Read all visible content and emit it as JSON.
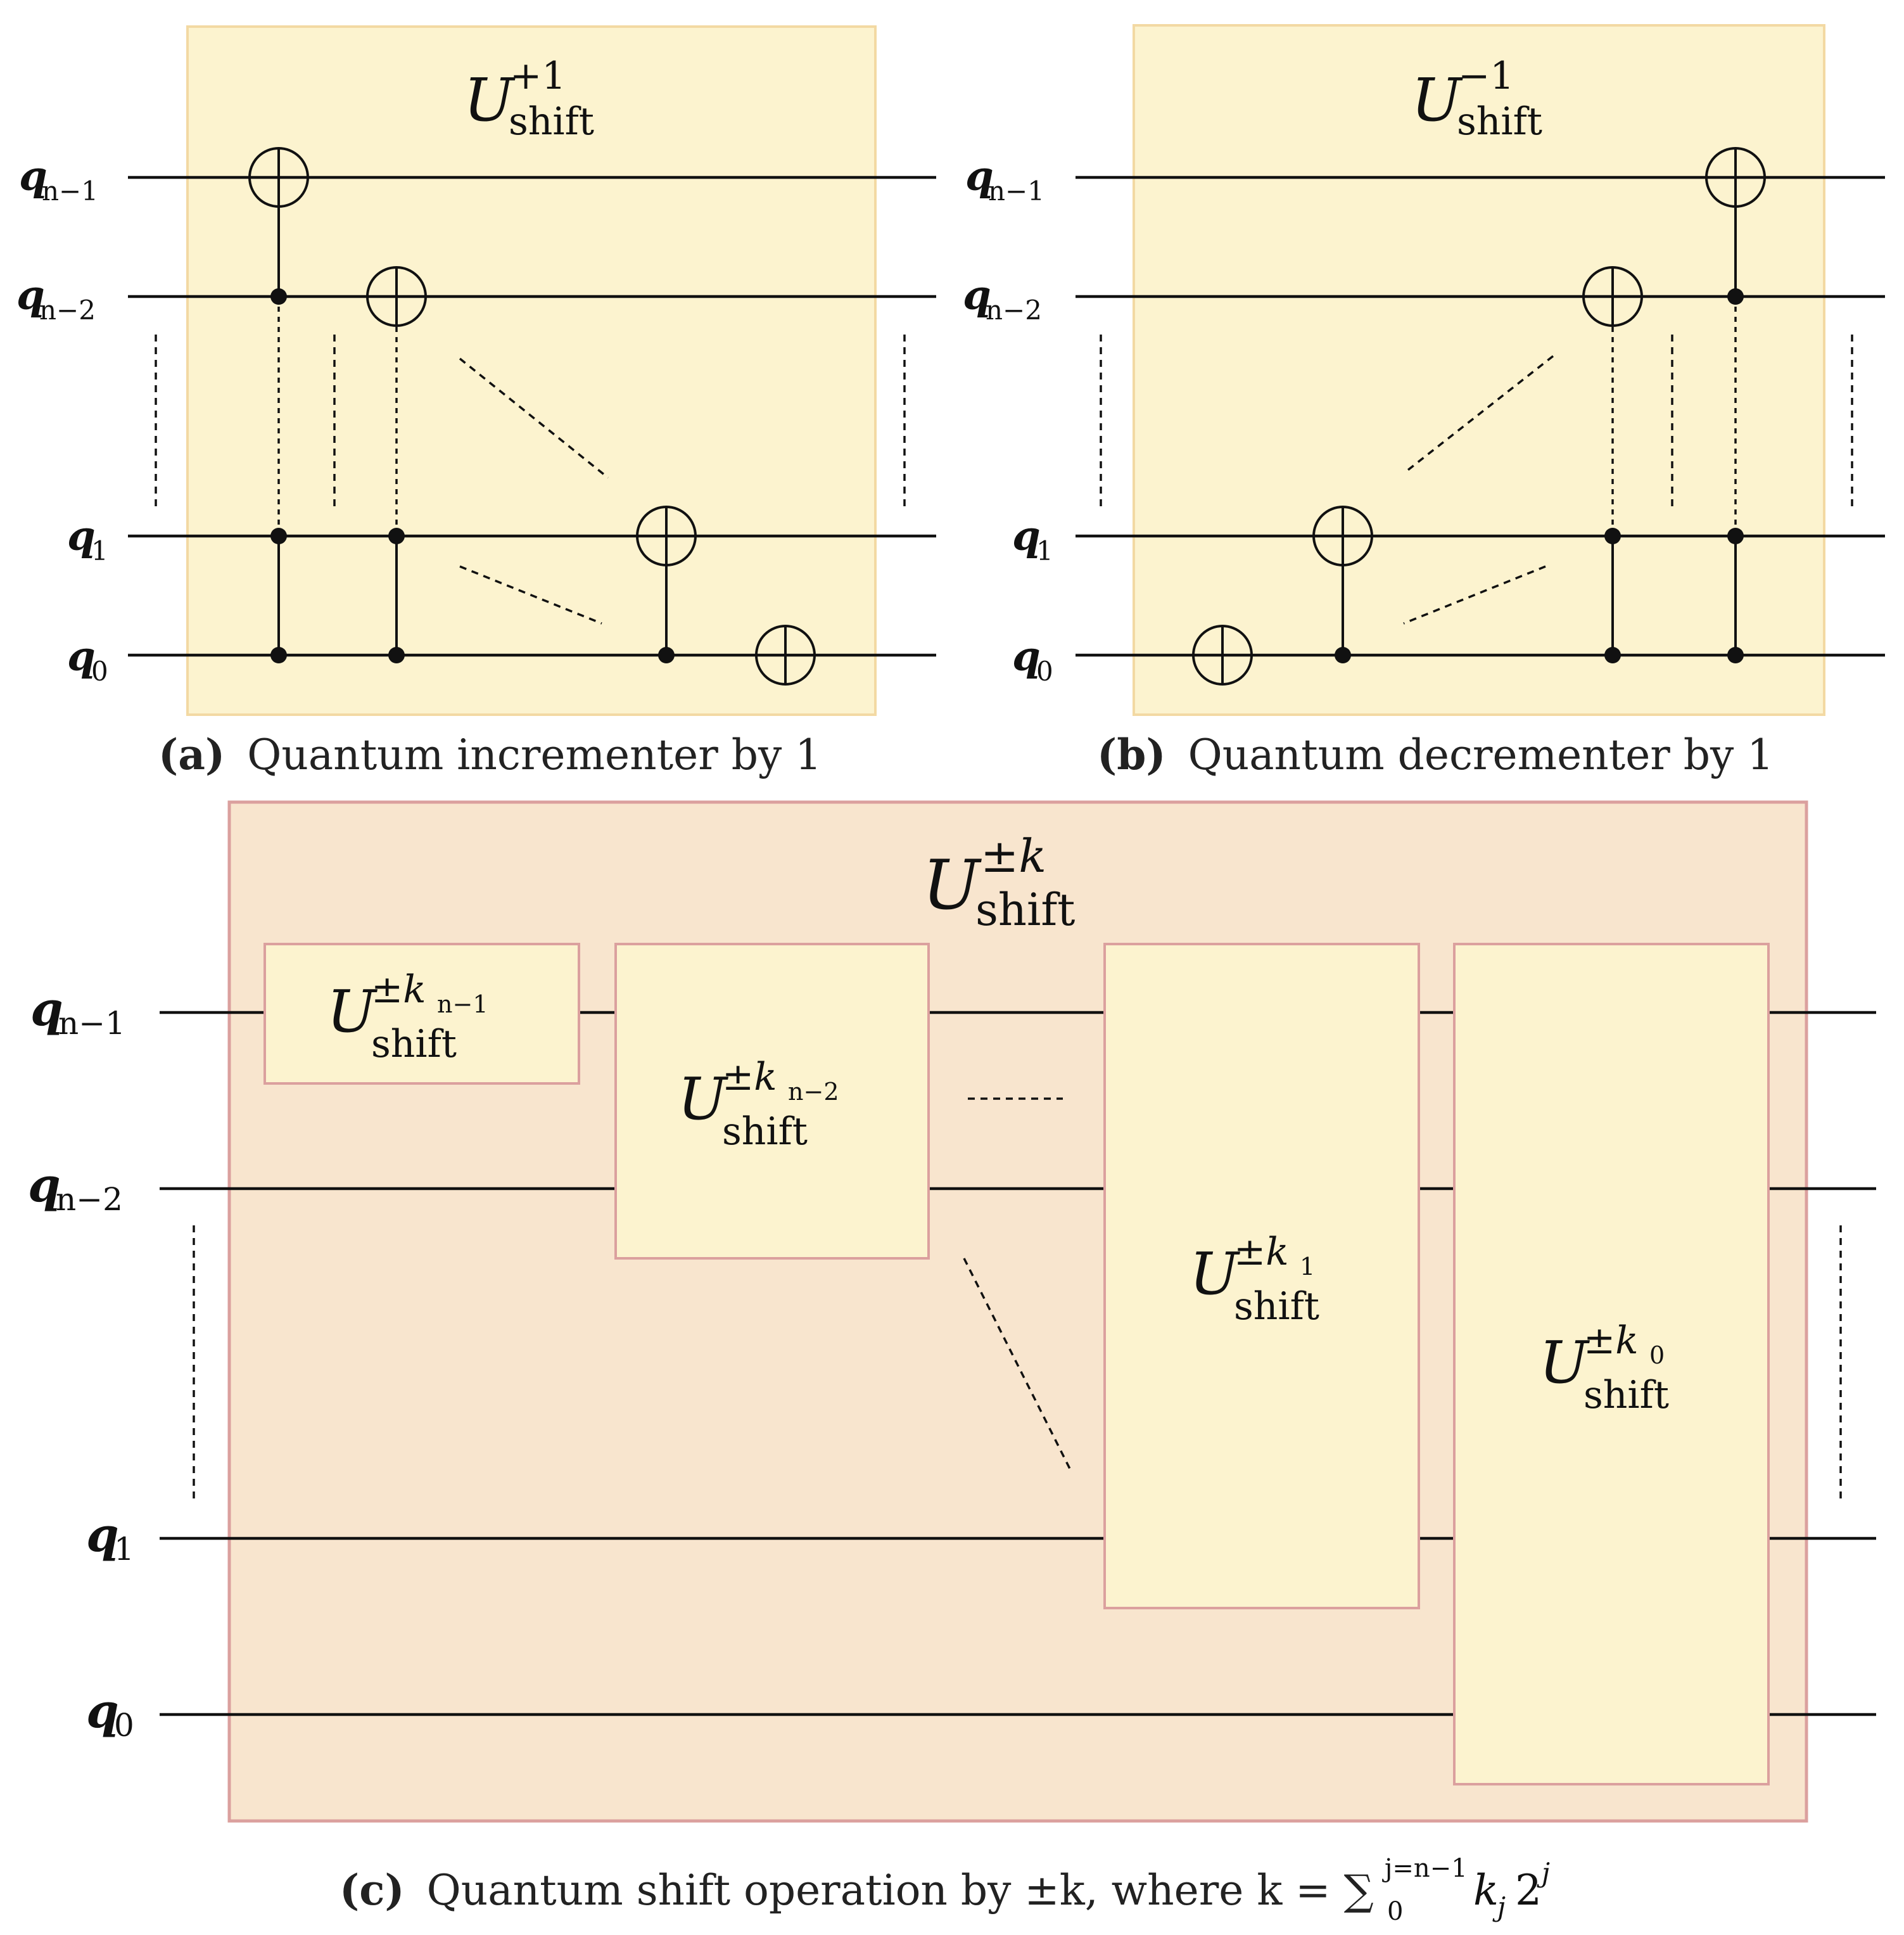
{
  "panels": {
    "a": {
      "gate_title": {
        "base": "U",
        "sup": "+1",
        "sub": "shift"
      },
      "caption_label": "(a)",
      "caption_text": "Quantum incrementer by 1"
    },
    "b": {
      "gate_title": {
        "base": "U",
        "sup": "−1",
        "sub": "shift"
      },
      "caption_label": "(b)",
      "caption_text": "Quantum decrementer by 1"
    },
    "c": {
      "gate_title": {
        "base": "U",
        "sup": "±k",
        "sub": "shift"
      },
      "caption_label": "(c)",
      "caption_text": "Quantum shift operation by ±k, where k = ∑",
      "caption_sum_upper": "j=n−1",
      "caption_sum_lower": "0",
      "caption_tail": "k",
      "caption_tail_sub": "j",
      "caption_tail_base": "2",
      "caption_tail_sup": "j",
      "sub_gates": [
        {
          "base": "U",
          "sup": "±k",
          "sup_sub": "n−1",
          "sub": "shift"
        },
        {
          "base": "U",
          "sup": "±k",
          "sup_sub": "n−2",
          "sub": "shift"
        },
        {
          "base": "U",
          "sup": "±k",
          "sup_sub": "1",
          "sub": "shift"
        },
        {
          "base": "U",
          "sup": "±k",
          "sup_sub": "0",
          "sub": "shift"
        }
      ]
    }
  },
  "qubit_labels": [
    {
      "q": "q",
      "sub": "n−1"
    },
    {
      "q": "q",
      "sub": "n−2"
    },
    {
      "q": "q",
      "sub": "1"
    },
    {
      "q": "q",
      "sub": "0"
    }
  ],
  "colors": {
    "panel_ab_fill": "#fcf3cf",
    "panel_ab_border": "#f3d9a3",
    "panel_c_fill": "#f8e5ce",
    "panel_c_border": "#dba09e",
    "subgate_fill": "#fcf3cf",
    "subgate_border": "#dba09e"
  }
}
